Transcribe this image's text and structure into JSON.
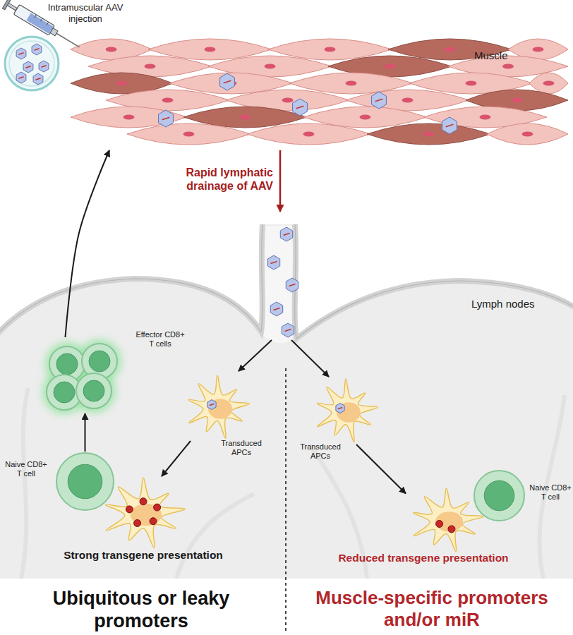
{
  "diagram": {
    "nodes": [
      {
        "text": [
          "Muscle"
        ]
      },
      {
        "text": [
          "Lymph nodes"
        ]
      },
      {
        "text": [
          "Effector CD8+ T cells"
        ],
        "in": 1
      },
      {
        "text": [
          "Naive CD8+ T cell"
        ],
        "in": 1
      },
      {
        "text": [
          "Transduced APCs"
        ],
        "in": 1
      },
      {
        "text": [
          "Strong transgene presentation"
        ],
        "in": 1
      },
      {
        "text": [
          "Transduced APCs"
        ],
        "in": 1
      },
      {
        "text": [
          "Reduced transgene presentation"
        ],
        "in": 1
      },
      {
        "text": [
          "Naive CD8+ T cell"
        ],
        "in": 1
      }
    ],
    "edges": [
      {
        "from": 0,
        "to": 1,
        "label": "Rapid lymphatic drainage of AAV",
        "arrow": "to"
      },
      {
        "from": 4,
        "to": 5,
        "arrow": "to"
      },
      {
        "from": 3,
        "to": 2,
        "arrow": "to"
      },
      {
        "from": 2,
        "to": 0,
        "arrow": "to"
      },
      {
        "from": 6,
        "to": 7,
        "arrow": "to"
      }
    ],
    "labels": [
      "Intramuscular AAV injection",
      "Ubiquitous or leaky promoters",
      "Muscle-specific promoters and/or miR"
    ]
  }
}
